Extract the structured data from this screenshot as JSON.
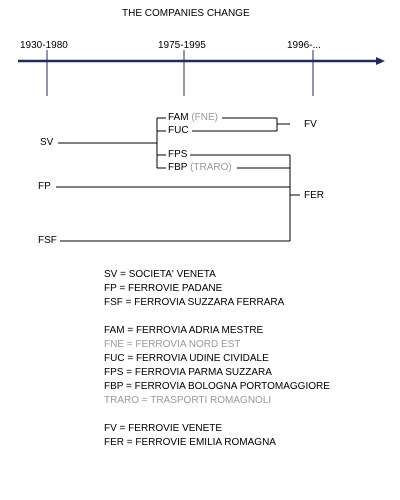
{
  "title": "THE COMPANIES CHANGE",
  "timeline": {
    "color": "#1f2a6b",
    "periods": [
      "1930-1980",
      "1975-1995",
      "1996-..."
    ]
  },
  "nodes": {
    "sv": "SV",
    "fp": "FP",
    "fsf": "FSF",
    "fam": "FAM",
    "fne_paren": "(FNE)",
    "fuc": "FUC",
    "fps": "FPS",
    "fbp": "FBP",
    "traro_paren": "(TRARO)",
    "fv": "FV",
    "fer": "FER"
  },
  "legend": {
    "group1": [
      "SV = SOCIETA' VENETA",
      "FP = FERROVIE PADANE",
      "FSF = FERROVIA SUZZARA FERRARA"
    ],
    "group2": [
      {
        "text": "FAM = FERROVIA ADRIA MESTRE",
        "grey": false
      },
      {
        "text": "FNE = FERROVIA NORD EST",
        "grey": true
      },
      {
        "text": "FUC = FERROVIA UDINE CIVIDALE",
        "grey": false
      },
      {
        "text": "FPS = FERROVIA PARMA SUZZARA",
        "grey": false
      },
      {
        "text": "FBP = FERROVIA BOLOGNA PORTOMAGGIORE",
        "grey": false
      },
      {
        "text": "TRARO = TRASPORTI ROMAGNOLI",
        "grey": true
      }
    ],
    "group3": [
      "FV = FERROVIE VENETE",
      "FER = FERROVIE EMILIA ROMAGNA"
    ],
    "grey_color": "#999999"
  }
}
